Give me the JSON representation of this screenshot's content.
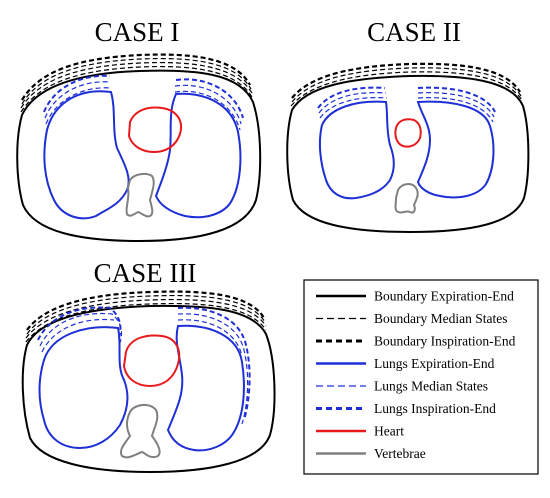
{
  "figure": {
    "cases": [
      {
        "title": "CASE I"
      },
      {
        "title": "CASE II"
      },
      {
        "title": "CASE III"
      }
    ],
    "legend": [
      {
        "label": "Boundary Expiration-End",
        "color": "#000000",
        "style": "solid-thick"
      },
      {
        "label": "Boundary Median States",
        "color": "#000000",
        "style": "dashed-thin"
      },
      {
        "label": "Boundary Inspiration-End",
        "color": "#000000",
        "style": "dashed-thick"
      },
      {
        "label": "Lungs Expiration-End",
        "color": "#1f2fd6",
        "style": "solid-thick"
      },
      {
        "label": "Lungs Median States",
        "color": "#1f2fd6",
        "style": "dashed-thin"
      },
      {
        "label": "Lungs Inspiration-End",
        "color": "#1f2fd6",
        "style": "dashed-thick"
      },
      {
        "label": "Heart",
        "color": "#e8191d",
        "style": "solid-thick"
      },
      {
        "label": "Vertebrae",
        "color": "#808080",
        "style": "solid-thick"
      }
    ]
  }
}
